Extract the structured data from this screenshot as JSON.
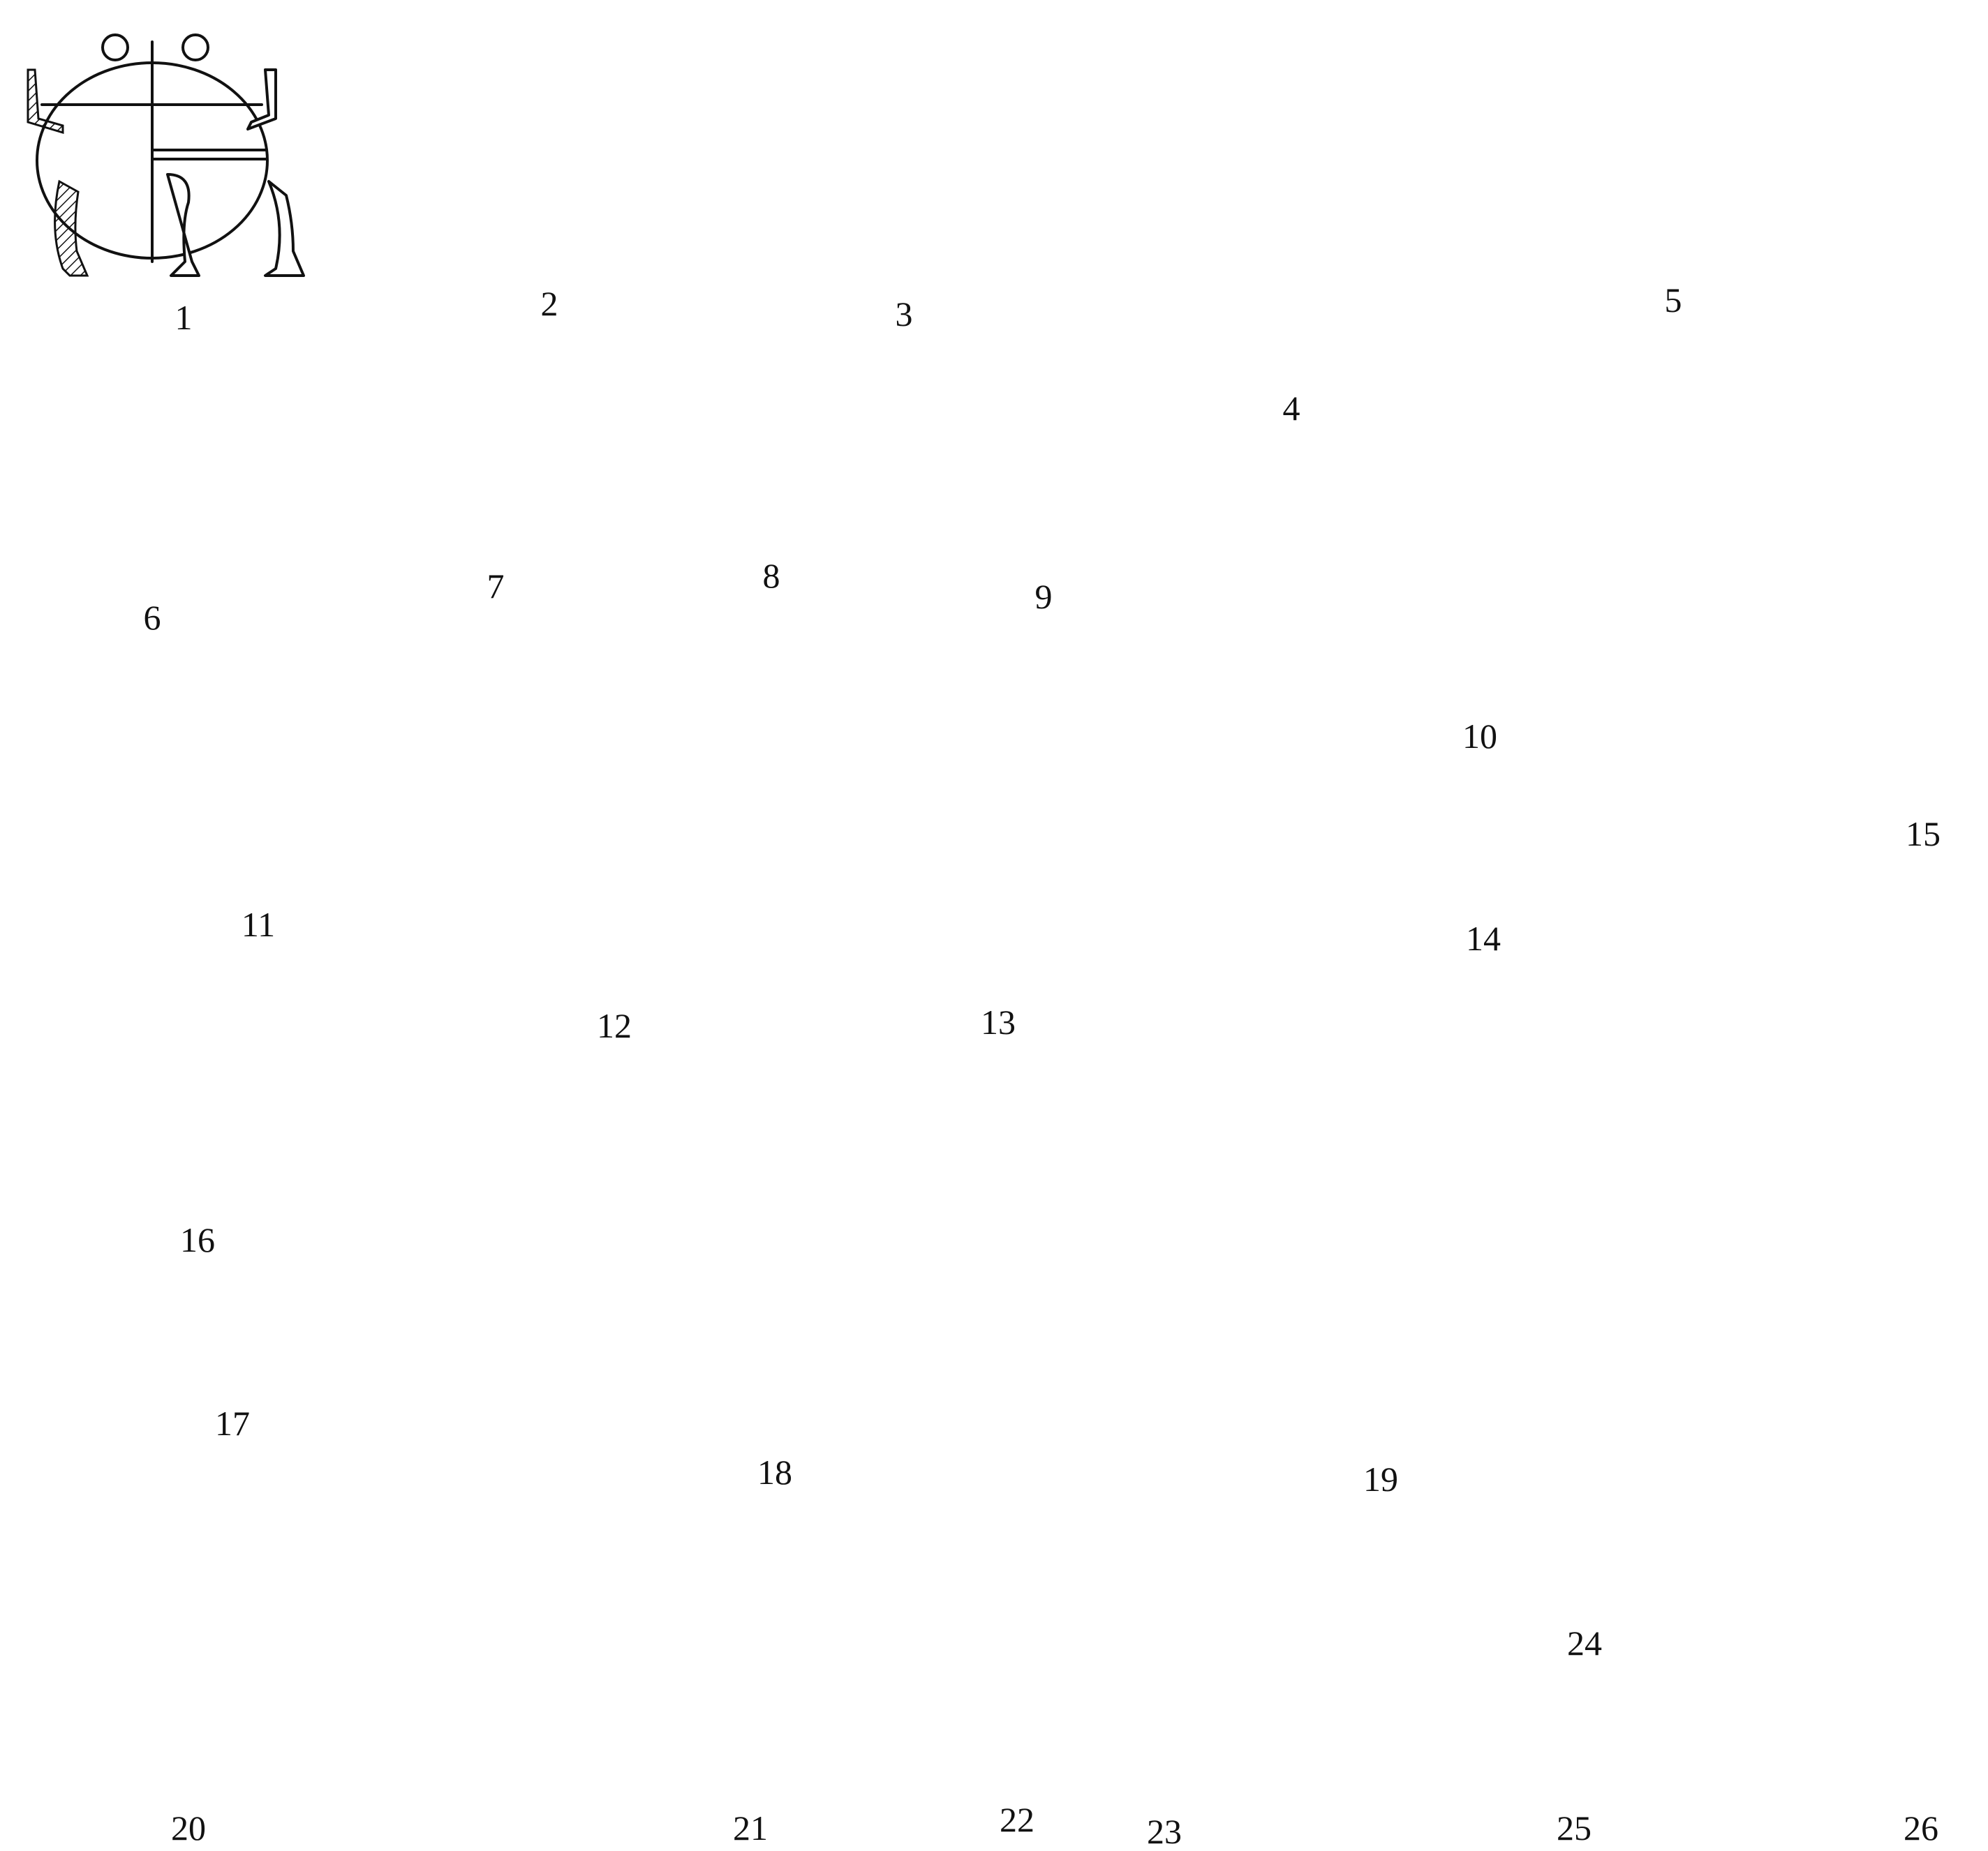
{
  "figure": {
    "labels": [
      {
        "id": "1",
        "text": "1"
      },
      {
        "id": "2",
        "text": "2"
      },
      {
        "id": "3",
        "text": "3"
      },
      {
        "id": "4",
        "text": "4"
      },
      {
        "id": "5",
        "text": "5"
      },
      {
        "id": "6",
        "text": "6"
      },
      {
        "id": "7",
        "text": "7"
      },
      {
        "id": "8",
        "text": "8"
      },
      {
        "id": "9",
        "text": "9"
      },
      {
        "id": "10",
        "text": "10"
      },
      {
        "id": "11",
        "text": "11"
      },
      {
        "id": "12",
        "text": "12"
      },
      {
        "id": "13",
        "text": "13"
      },
      {
        "id": "14",
        "text": "14"
      },
      {
        "id": "15",
        "text": "15"
      },
      {
        "id": "16",
        "text": "16"
      },
      {
        "id": "17",
        "text": "17"
      },
      {
        "id": "18",
        "text": "18"
      },
      {
        "id": "19",
        "text": "19"
      },
      {
        "id": "20",
        "text": "20"
      },
      {
        "id": "21",
        "text": "21"
      },
      {
        "id": "22",
        "text": "22"
      },
      {
        "id": "23",
        "text": "23"
      },
      {
        "id": "24",
        "text": "24"
      },
      {
        "id": "25",
        "text": "25"
      },
      {
        "id": "26",
        "text": "26"
      }
    ]
  },
  "style": {
    "ink": "#111111",
    "paper": "#ffffff"
  }
}
